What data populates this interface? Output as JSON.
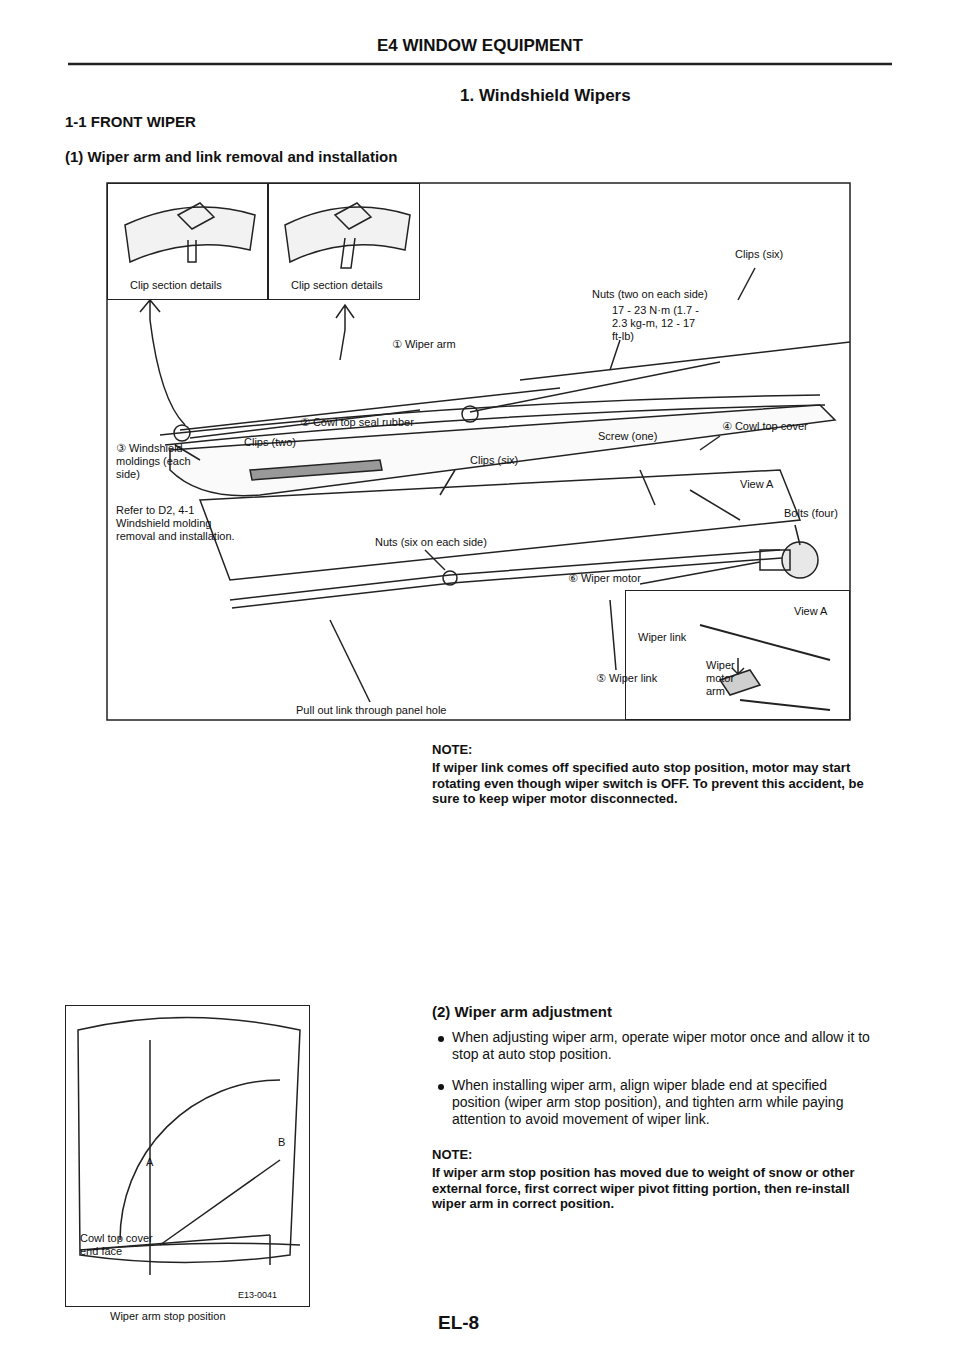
{
  "diagram": {
    "title": "E4 WINDOW EQUIPMENT",
    "nodes": [
      {
        "text": [
          "Clip section details"
        ]
      },
      {
        "text": [
          "Clip section details"
        ]
      },
      {
        "text": [
          "View A",
          "Wiper link",
          "Wiper motor arm"
        ]
      },
      {
        "text": [
          "Cowl top cover end face",
          "A",
          "B",
          "E13-0041"
        ]
      }
    ],
    "labels": [
      "1. Windshield Wipers",
      "1-1 FRONT WIPER",
      "(1) Wiper arm and link removal and installation",
      "Clips (six)",
      "Nuts (two on each side)",
      "17 - 23 N·m (1.7 - 2.3 kg-m, 12 - 17 ft-lb)",
      "① Wiper arm",
      "② Cowl top seal rubber",
      "Clips (two)",
      "Screw (one)",
      "Clips (six)",
      "④ Cowl top cover",
      "③ Windshield moldings (each side)",
      "Refer to D2, 4-1 Windshield molding removal and installation.",
      "View A",
      "Bolts (four)",
      "Nuts (six on each side)",
      "⑥ Wiper motor",
      "⑤ Wiper link",
      "Pull out link through panel hole",
      "NOTE:",
      "If wiper link comes off specified auto stop position, motor may start rotating even though wiper switch is OFF. To prevent this accident, be sure to keep wiper motor disconnected.",
      "(2) Wiper arm adjustment",
      "When adjusting wiper arm, operate wiper motor once and allow it to stop at auto stop position.",
      "When installing wiper arm, align wiper blade end at specified position (wiper arm stop position), and tighten arm while paying attention to avoid movement of wiper link.",
      "NOTE:",
      "If wiper arm stop position has moved due to weight of snow or other external force, first correct wiper pivot fitting portion, then re-install wiper arm in correct position.",
      "Wiper arm stop position",
      "EL-8"
    ]
  }
}
